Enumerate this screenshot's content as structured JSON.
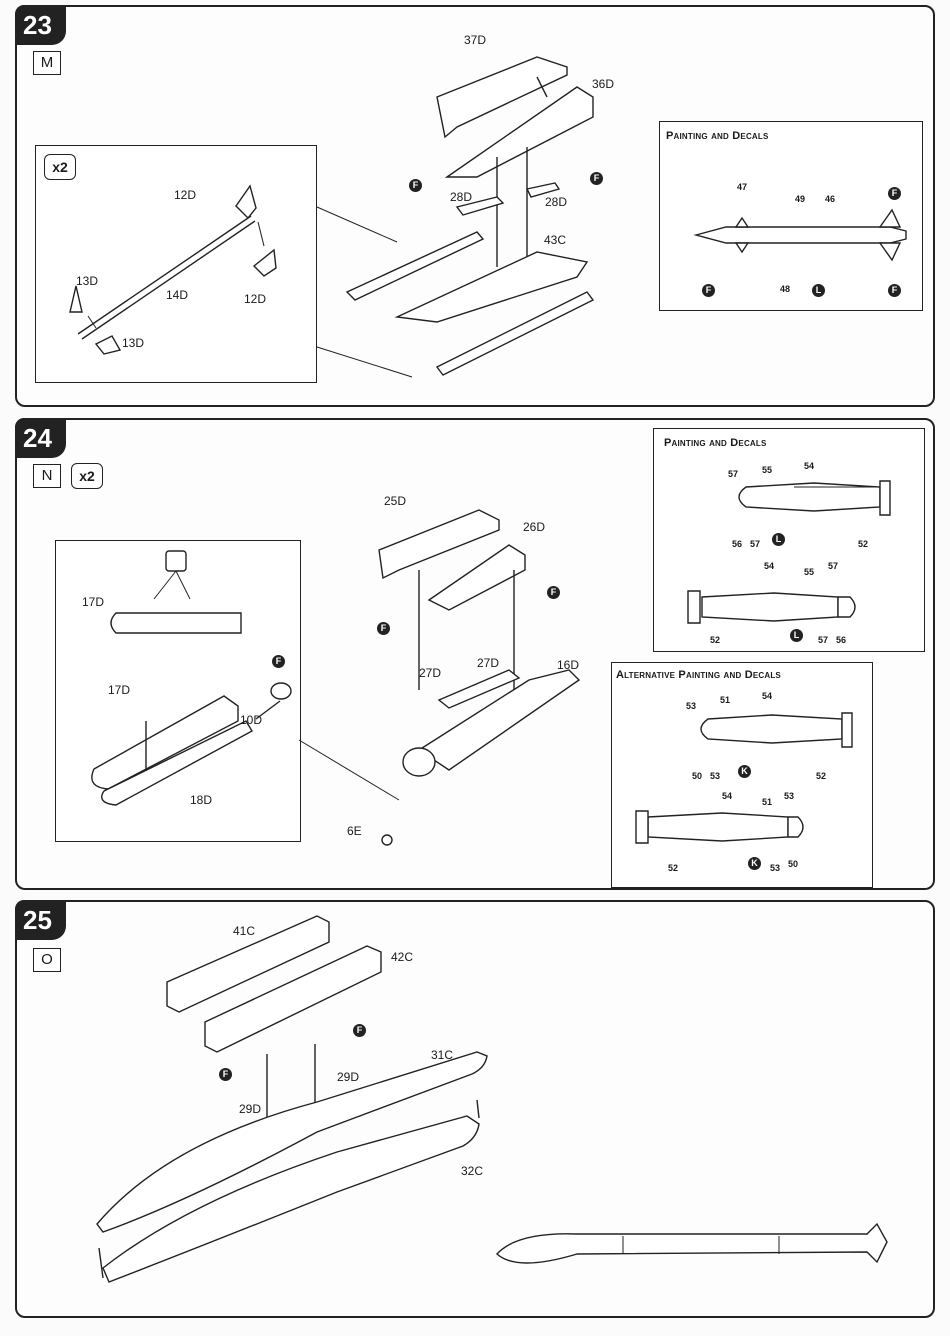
{
  "steps": [
    {
      "number": "23",
      "code": "M",
      "inset_qty": "x2",
      "inset_parts": [
        "12D",
        "13D",
        "14D",
        "12D",
        "13D"
      ],
      "parts": [
        "37D",
        "36D",
        "28D",
        "28D",
        "43C"
      ],
      "paint_title": "Painting and Decals",
      "decal_numbers": [
        "47",
        "49",
        "46",
        "48"
      ],
      "paint_codes": [
        "F",
        "F",
        "L",
        "F"
      ]
    },
    {
      "number": "24",
      "code": "N",
      "qty": "x2",
      "inset_parts": [
        "17D",
        "17D",
        "10D",
        "18D"
      ],
      "parts": [
        "25D",
        "26D",
        "27D",
        "27D",
        "16D",
        "6E"
      ],
      "paint_title": "Painting and Decals",
      "decals_top": [
        "57",
        "55",
        "54",
        "56",
        "57",
        "52"
      ],
      "decals_bottom": [
        "54",
        "55",
        "57",
        "52",
        "57",
        "56"
      ],
      "paint_codes": [
        "L",
        "L"
      ],
      "alt_title": "Alternative Painting and Decals",
      "alt_top": [
        "53",
        "51",
        "54",
        "50",
        "53",
        "52"
      ],
      "alt_bottom": [
        "54",
        "51",
        "53",
        "52",
        "53",
        "50"
      ],
      "alt_codes": [
        "K",
        "K"
      ],
      "inset_codes": [
        "F"
      ]
    },
    {
      "number": "25",
      "code": "O",
      "parts": [
        "41C",
        "42C",
        "29D",
        "29D",
        "31C",
        "32C"
      ],
      "paint_codes": [
        "F",
        "F"
      ]
    }
  ],
  "colors": {
    "ink": "#222222",
    "paper": "#fbfbfb",
    "ghost": "#d6d6d6"
  }
}
